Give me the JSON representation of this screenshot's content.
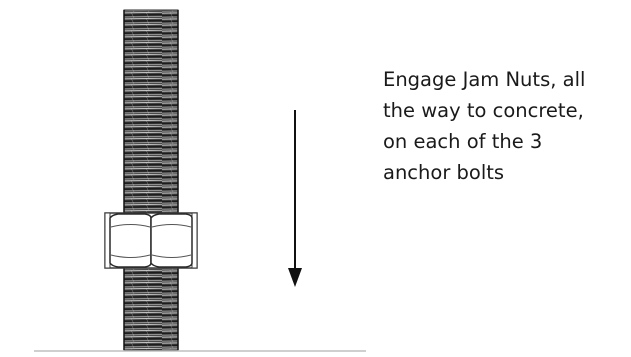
{
  "diagram": {
    "instruction_lines": [
      "Engage Jam Nuts, all",
      "the way to concrete,",
      "on each of the 3",
      "anchor bolts"
    ],
    "components": {
      "bolt": "threaded-anchor-bolt",
      "nut_count": 2,
      "surface": "concrete-line",
      "arrow_direction": "down"
    },
    "colors": {
      "thread_dark": "#2b2b2b",
      "thread_light": "#8a8a8a",
      "nut_outline": "#3a3a3a",
      "nut_fill": "#ffffff",
      "arrow": "#111111",
      "surface_line": "#bfbfbf"
    }
  }
}
